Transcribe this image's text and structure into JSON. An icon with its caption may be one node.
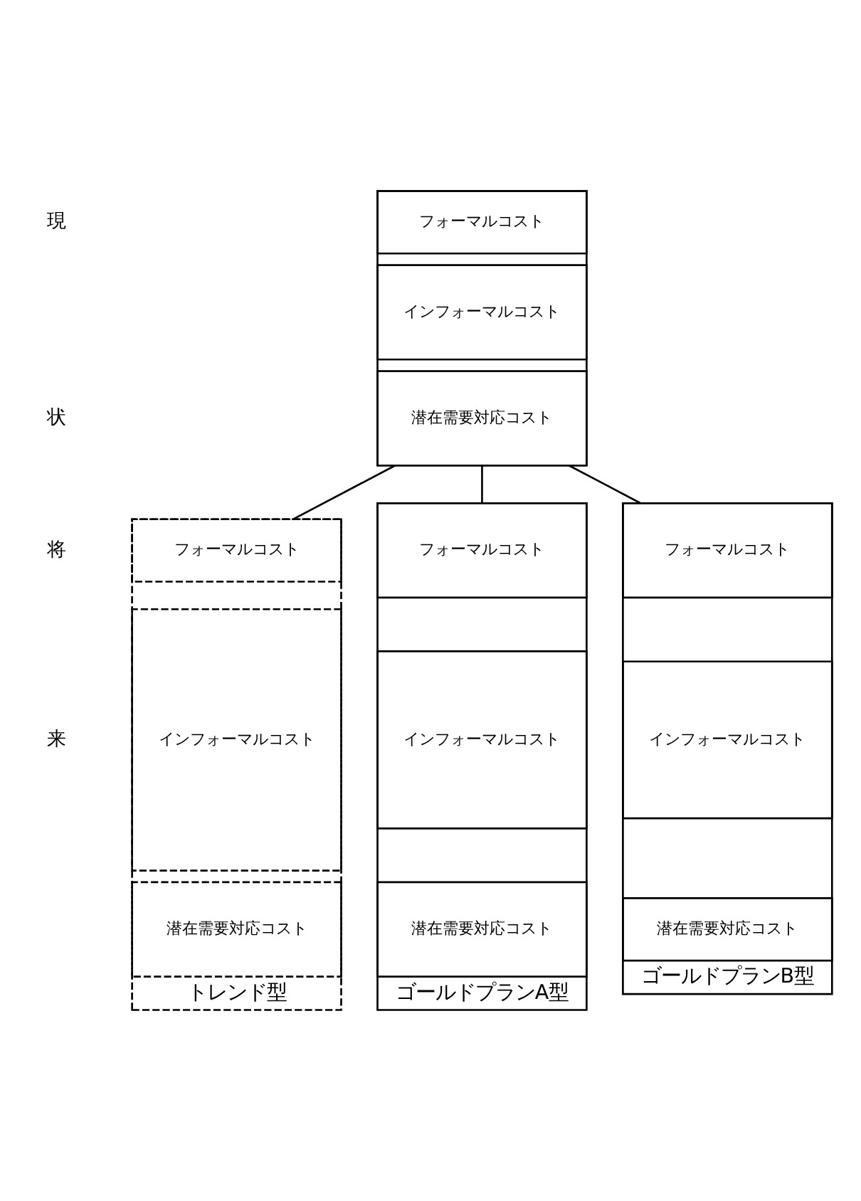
{
  "diagram": {
    "nodes": [
      {
        "text": [],
        "shape": "box"
      },
      {
        "text": [
          "フォーマルコスト"
        ],
        "in": 0
      },
      {
        "text": [
          "インフォーマルコスト"
        ],
        "in": 0
      },
      {
        "text": [
          "潜在需要対応コスト"
        ],
        "in": 0
      },
      {
        "text": [],
        "shape": "box",
        "beside": [
          "トレンド型"
        ]
      },
      {
        "text": [
          "フォーマルコスト"
        ],
        "in": 4
      },
      {
        "text": [
          "インフォーマルコスト"
        ],
        "in": 4
      },
      {
        "text": [
          "潜在需要対応コスト"
        ],
        "in": 4
      },
      {
        "text": [],
        "shape": "box",
        "beside": [
          "ゴールドプランA型"
        ]
      },
      {
        "text": [
          "フォーマルコスト"
        ],
        "in": 8
      },
      {
        "text": [
          "インフォーマルコスト"
        ],
        "in": 8
      },
      {
        "text": [
          "潜在需要対応コスト"
        ],
        "in": 8
      },
      {
        "text": [],
        "shape": "box",
        "beside": [
          "ゴールドプランB型"
        ]
      },
      {
        "text": [
          "フォーマルコスト"
        ],
        "in": 12
      },
      {
        "text": [
          "インフォーマルコスト"
        ],
        "in": 12
      },
      {
        "text": [
          "潜在需要対応コスト"
        ],
        "in": 12
      }
    ],
    "edges": [
      {
        "from": 0,
        "to": 4,
        "arrow": "none"
      },
      {
        "from": 0,
        "to": 8,
        "arrow": "none"
      },
      {
        "from": 0,
        "to": 12,
        "arrow": "none"
      }
    ],
    "labels": [
      "現",
      "状",
      "将",
      "来"
    ]
  }
}
